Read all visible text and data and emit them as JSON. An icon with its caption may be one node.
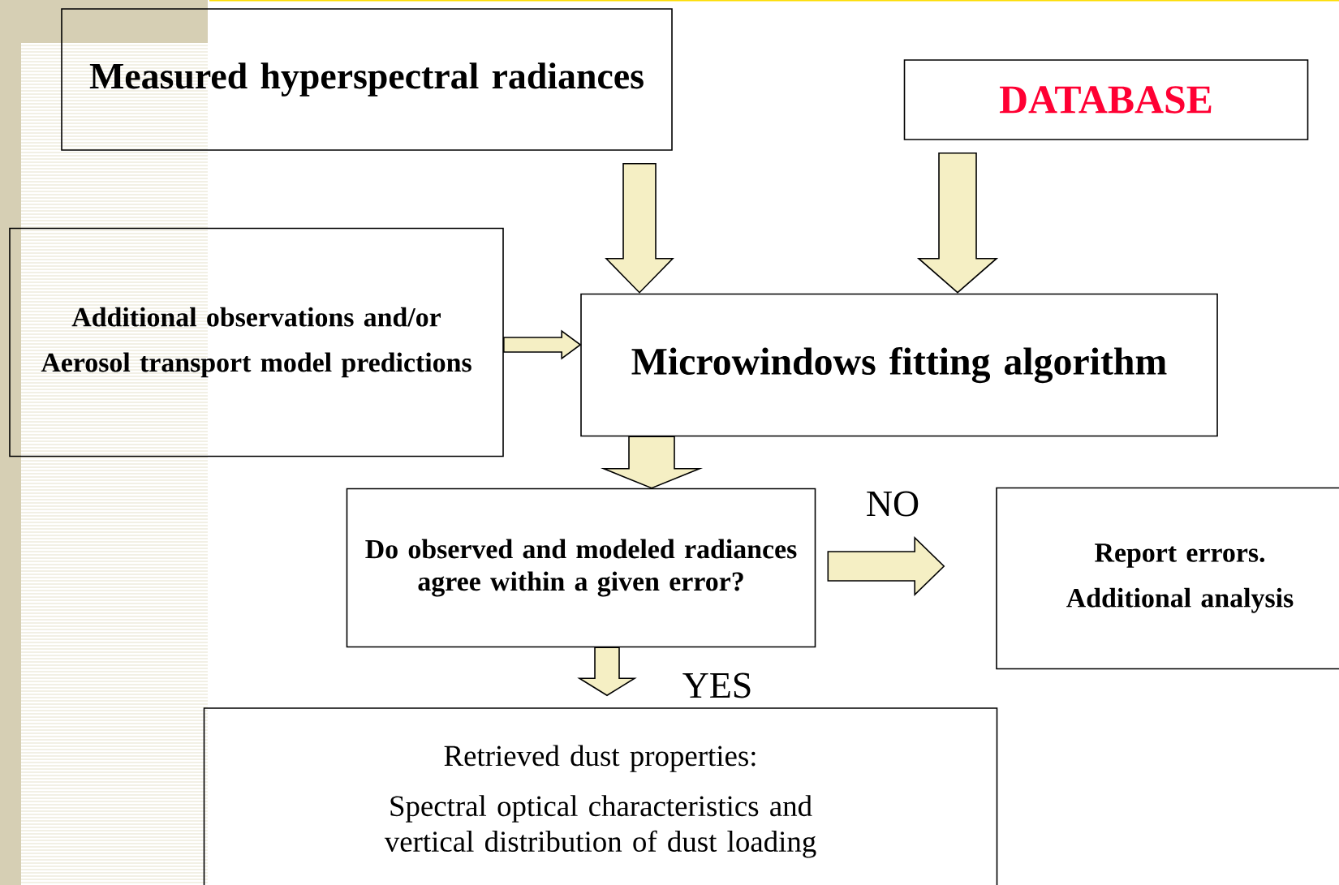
{
  "diagram": {
    "nodes": [
      {
        "text": [
          "Measured hyperspectral radiances"
        ]
      },
      {
        "text": [
          "DATABASE"
        ]
      },
      {
        "text": [
          "Additional observations and/or",
          "Aerosol transport model predictions"
        ]
      },
      {
        "text": [
          "Microwindows fitting algorithm"
        ]
      },
      {
        "text": [
          "Do observed and modeled radiances agree within a given error?"
        ]
      },
      {
        "text": [
          "Report errors.",
          "Additional analysis"
        ]
      },
      {
        "text": [
          "Retrieved dust properties:",
          "Spectral optical characteristics and vertical distribution of dust loading"
        ]
      }
    ],
    "edges": [
      {
        "from": 0,
        "to": 3,
        "arrow": "to"
      },
      {
        "from": 1,
        "to": 3,
        "arrow": "to"
      },
      {
        "from": 2,
        "to": 3,
        "arrow": "to"
      },
      {
        "from": 3,
        "to": 4,
        "arrow": "to"
      },
      {
        "from": 4,
        "to": 5,
        "arrow": "to",
        "label": "NO"
      },
      {
        "from": 4,
        "to": 6,
        "arrow": "to",
        "label": "YES"
      }
    ]
  }
}
